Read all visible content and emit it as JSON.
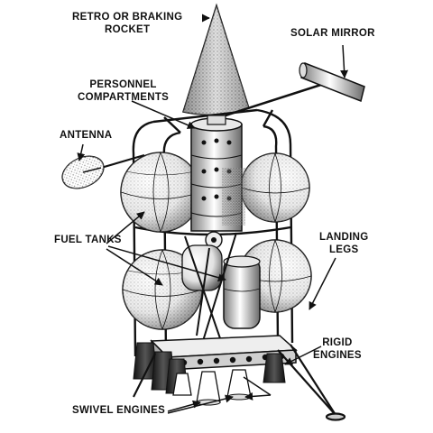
{
  "labels": {
    "retro": {
      "line1": "RETRO OR BRAKING",
      "line2": "ROCKET"
    },
    "solar": {
      "line1": "SOLAR MIRROR"
    },
    "personnel": {
      "line1": "PERSONNEL",
      "line2": "COMPARTMENTS"
    },
    "antenna": {
      "line1": "ANTENNA"
    },
    "fuel": {
      "line1": "FUEL TANKS"
    },
    "landing": {
      "line1": "LANDING",
      "line2": "LEGS"
    },
    "rigid": {
      "line1": "RIGID",
      "line2": "ENGINES"
    },
    "swivel": {
      "line1": "SWIVEL ENGINES"
    }
  },
  "colors": {
    "ink": "#111111",
    "paper": "#ffffff",
    "shade": "#cfcfcf"
  }
}
